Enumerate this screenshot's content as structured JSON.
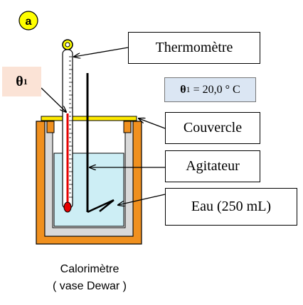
{
  "badge": {
    "letter": "a"
  },
  "theta_tag": {
    "symbol": "θ",
    "subscript": "1"
  },
  "temperature": {
    "symbol": "θ",
    "subscript": "1",
    "value": "= 20,0 ° C"
  },
  "labels": {
    "thermometre": "Thermomètre",
    "couvercle": "Couvercle",
    "agitateur": "Agitateur",
    "eau": "Eau (250 mL)"
  },
  "caption": {
    "line1": "Calorimètre",
    "line2": "( vase Dewar )"
  },
  "colors": {
    "vessel_outer": "#f0901e",
    "vessel_inner": "#d9d9d9",
    "water": "#cdeef5",
    "lid": "#ffea00",
    "thermometer_liquid": "#e60000",
    "badge_fill": "#ffff00"
  }
}
